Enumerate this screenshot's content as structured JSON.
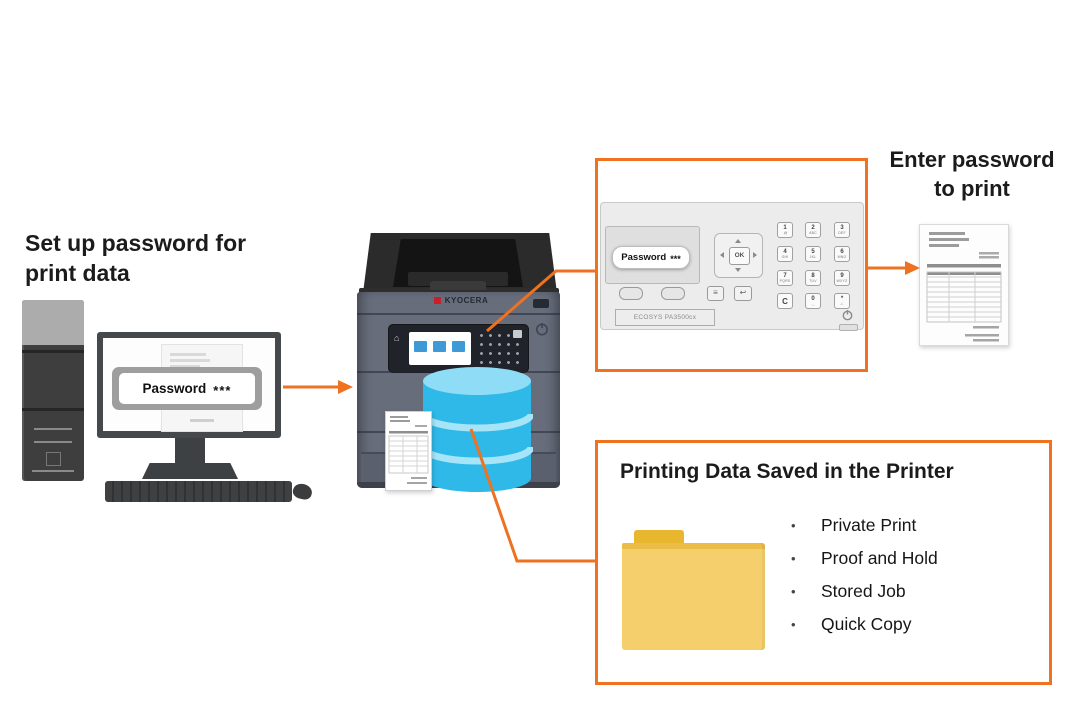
{
  "colors": {
    "accent_orange": "#EE7220",
    "database_blue": "#2FB9E8",
    "database_light_blue": "#8EDCF6",
    "folder_yellow": "#F4CF6C",
    "folder_tab_yellow": "#E9B62F"
  },
  "setup_step": {
    "title_line1": "Set up password for",
    "title_line2": "print data",
    "screen_password_label": "Password",
    "screen_password_mask": "***"
  },
  "printer": {
    "brand": "KYOCERA"
  },
  "panel_zoom": {
    "display_password_label": "Password",
    "display_password_mask": "***",
    "ok_button": "OK",
    "menu_icon_glyph": "≡",
    "back_icon_glyph": "↩",
    "model_label": "ECOSYS PA3500cx",
    "keys": [
      {
        "d": "1",
        "s": ".@"
      },
      {
        "d": "2",
        "s": "ABC"
      },
      {
        "d": "3",
        "s": "DEF"
      },
      {
        "d": "4",
        "s": "GHI"
      },
      {
        "d": "5",
        "s": "JKL"
      },
      {
        "d": "6",
        "s": "MNO"
      },
      {
        "d": "7",
        "s": "PQRS"
      },
      {
        "d": "8",
        "s": "TUV"
      },
      {
        "d": "9",
        "s": "WXYZ"
      },
      {
        "d": "C",
        "s": ""
      },
      {
        "d": "0",
        "s": "._"
      },
      {
        "d": "*",
        "s": "./-"
      }
    ]
  },
  "enter_step": {
    "title_line1": "Enter password",
    "title_line2": "to print"
  },
  "saved_box": {
    "title": "Printing Data Saved in the Printer",
    "items": [
      "Private Print",
      "Proof and Hold",
      "Stored Job",
      "Quick Copy"
    ]
  }
}
